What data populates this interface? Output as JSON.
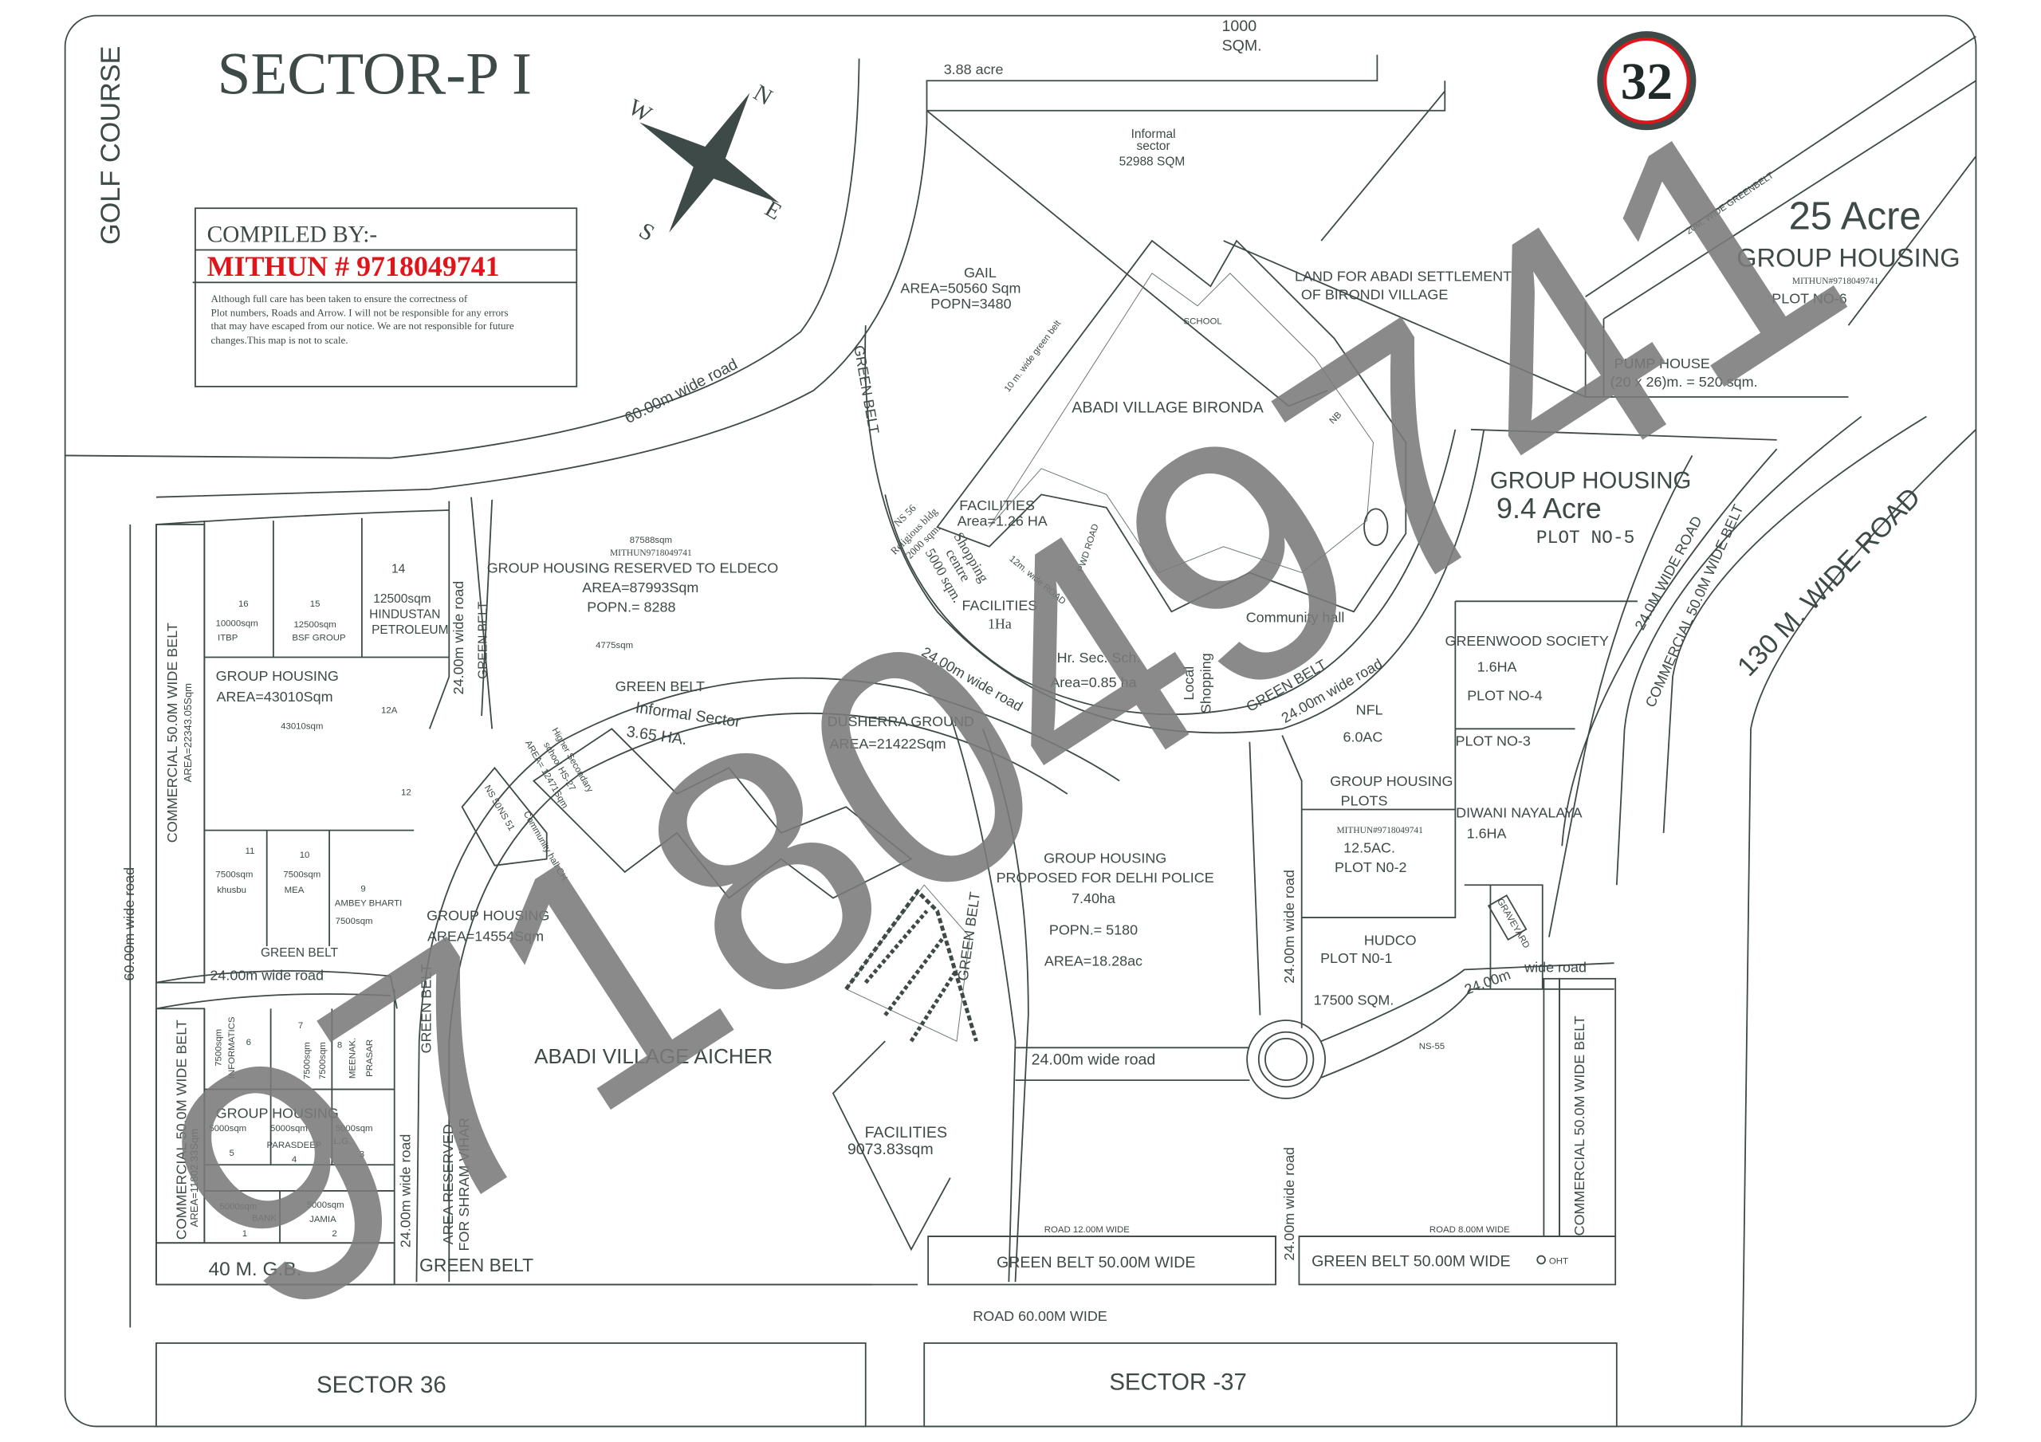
{
  "title": "SECTOR-P I",
  "side_label": "GOLF COURSE",
  "badge": "32",
  "colors": {
    "line": "#3d4a48",
    "accent_red": "#e0141b",
    "watermark": "#7b7b7b"
  },
  "compass": {
    "n": "N",
    "e": "E",
    "s": "S",
    "w": "W"
  },
  "compiled": {
    "heading": "COMPILED BY:-",
    "contact": "MITHUN  # 9718049741",
    "disclaimer": [
      "Although full care has been taken to ensure the correctness of",
      "Plot numbers, Roads and Arrow. I will not be responsible for any errors",
      "that may have escaped from our notice. We are not responsible for future",
      "changes.This map is not to scale."
    ]
  },
  "watermark": "9718049741",
  "labels": {
    "sqm1000_a": "1000",
    "sqm1000_b": "SQM.",
    "acre388": "3.88 acre",
    "informal_a": "Informal",
    "informal_b": "sector",
    "informal_c": "52988 SQM",
    "gail_a": "GAIL",
    "gail_b": "AREA=50560 Sqm",
    "gail_c": "POPN=3480",
    "land_a": "LAND FOR ABADI SETTLEMENT",
    "land_b": "OF BIRONDI VILLAGE",
    "acre25": "25 Acre",
    "gh6": "GROUP HOUSING",
    "mithun6": "MITHUN#9718049741",
    "plot6": "PLOT NO-6",
    "pump_a": "PUMP HOUSE",
    "pump_b": "(20 x 26)m. = 520 sqm.",
    "greenbelt20": "20M. WIDE GREENBELT",
    "bironda": "ABADI VILLAGE BIRONDA",
    "school": "SCHOOL",
    "gb10": "10 m. wide green belt",
    "nb": "NB",
    "road60": "60.00m wide road",
    "greenbelt_v1": "GREEN BELT",
    "gh5_a": "GROUP HOUSING",
    "gh5_b": "9.4 Acre",
    "gh5_c": "PLOT NO-5",
    "road24_r": "24.0M WIDE ROAD",
    "comm_r": "COMMERCIAL 50.0M WIDE BELT",
    "road130": "130 M. WIDE ROAD",
    "fac1_a": "FACILITIES",
    "fac1_b": "Area=1.26 HA",
    "ns56": "NS 56",
    "relig_a": "Religious bldg",
    "relig_b": "2000 sqm.",
    "shop_a": "Shopping",
    "shop_b": "centre",
    "shop_c": "5000 sqm.",
    "fac2_a": "FACILITIES",
    "fac2_b": "1Ha",
    "road12": "12m. wide ROAD",
    "pwd": "PWD ROAD",
    "hrsec_a": "Hr. Sec. Sch.",
    "hrsec_b": "Area=0.85 ha",
    "local_shop_a": "Local",
    "local_shop_b": "Shopping",
    "community": "Community hall",
    "gb_c": "GREEN BELT",
    "road24_c": "24.00m wide road",
    "road24_d": "24.00m wide road",
    "dush_a": "DUSHERRA GROUND",
    "dush_b": "AREA=21422Sqm",
    "gb_ring": "GREEN BELT",
    "inf2_a": "Informal Sector",
    "inf2_b": "3.65 HA.",
    "hs_a": "Higher Secondary",
    "hs_b": "school  HS-27",
    "hs_c": "AREA= 12471Sqm",
    "ns50": "NS 50",
    "ns51": "NS 51",
    "ch": "Community hall CH.",
    "nfl_a": "NFL",
    "nfl_b": "6.0AC",
    "gw_a": "GREENWOOD SOCIETY",
    "gw_b": "1.6HA",
    "gw_c": "PLOT NO-4",
    "plot3": "PLOT NO-3",
    "ghp_a": "GROUP HOUSING",
    "ghp_b": "PLOTS",
    "diwani_a": "DIWANI NAYALAYA",
    "diwani_b": "1.6HA",
    "p2_m": "MITHUN#9718049741",
    "p2_a": "12.5AC.",
    "p2_b": "PLOT N0-2",
    "graveyard": "GRAVEYARD",
    "hudco_a": "HUDCO",
    "hudco_b": "PLOT N0-1",
    "hudco_c": "17500 SQM.",
    "road24_v1": "24.00m wide road",
    "road24_v2": "24.00m wide road",
    "road24_e": "24.00m",
    "wide_road": "wide road",
    "ns55": "NS-55",
    "comm_r2": "COMMERCIAL 50.0M WIDE BELT",
    "dp_a": "GROUP HOUSING",
    "dp_b": "PROPOSED FOR DELHI POLICE",
    "dp_c": "7.40ha",
    "dp_d": "POPN.= 5180",
    "dp_e": "AREA=18.28ac",
    "road24_f": "24.00m wide road",
    "gb_v2": "GREEN BELT",
    "fac3_a": "FACILITIES",
    "fac3_b": "9073.83sqm",
    "road12w": "ROAD 12.00M WIDE",
    "road8w": "ROAD 8.00M WIDE",
    "gb50_a": "GREEN BELT 50.00M WIDE",
    "gb50_b": "GREEN BELT 50.00M WIDE",
    "oht": "OHT",
    "road60w": "ROAD 60.00M WIDE",
    "sector36": "SECTOR 36",
    "sector37": "SECTOR -37",
    "gb_bottom": "GREEN BELT",
    "shram_a": "AREA RESERVED",
    "shram_b": "FOR SHRAM VIHAR",
    "aicher": "ABADI VILLAGE AICHER",
    "gh14554_a": "GROUP HOUSING",
    "gh14554_b": "AREA=14554Sqm",
    "road24_v3": "24.00m wide road",
    "gb_v3": "GREEN BELT",
    "gb40": "40 M. G.B.",
    "comm_l2_a": "COMMERCIAL 50.0M WIDE BELT",
    "comm_l2_b": "AREA=11802.33Sqm",
    "road60_v": "60.00m wide road",
    "road24_g": "24.00m wide road",
    "gb_g": "GREEN BELT",
    "comm_l1_a": "COMMERCIAL 50.0M WIDE BELT",
    "comm_l1_b": "AREA=22343.05Sqm",
    "p16_n": "16",
    "p16_a": "10000sqm",
    "p16_b": "ITBP",
    "p15_n": "15",
    "p15_a": "12500sqm",
    "p15_b": "BSF GROUP",
    "p14_n": "14",
    "p14_a": "12500sqm",
    "p14_b": "HINDUSTAN",
    "p14_c": "PETROLEUM",
    "gh43_a": "GROUP HOUSING",
    "gh43_b": "AREA=43010Sqm",
    "gh43_c": "43010sqm",
    "p12a": "12A",
    "p12": "12",
    "p11_n": "11",
    "p11_a": "7500sqm",
    "p11_b": "khusbu",
    "p10_n": "10",
    "p10_a": "7500sqm",
    "p10_b": "MEA",
    "p9_n": "9",
    "p9_a": "AMBEY BHARTI",
    "p9_b": "7500sqm",
    "road24_h": "24.00m wide road",
    "gb_h": "GREEN BELT",
    "eld_a": "87588sqm",
    "eld_m": "MITHUN9718049741",
    "eld_b": "GROUP HOUSING RESERVED TO ELDECO",
    "eld_c": "AREA=87993Sqm",
    "eld_d": "POPN.= 8288",
    "eld_e": "4775sqm",
    "p6_n": "6",
    "p6_a": "7500sqm",
    "p6_b": "INFORMATICS",
    "p7_n": "7",
    "p7_a": "7500sqm",
    "p7_b": "7500sqm",
    "p8_n": "8",
    "p8_a": "MEENAK.",
    "p8_b": "PRASAR",
    "ghl": "GROUP HOUSING",
    "p5_a": "5000sqm",
    "p5_n": "5",
    "p4_a": "5000sqm",
    "p4_b": "PARASDEEP",
    "p4_n": "4",
    "p3_a": "5000sqm",
    "p3_b": "L.G.",
    "p3_n": "3",
    "p1_a": "5000sqm",
    "p1_b": "BANK",
    "p1_n": "1",
    "p2l_a": "5000sqm",
    "p2l_b": "JAMIA",
    "p2l_n": "2"
  }
}
